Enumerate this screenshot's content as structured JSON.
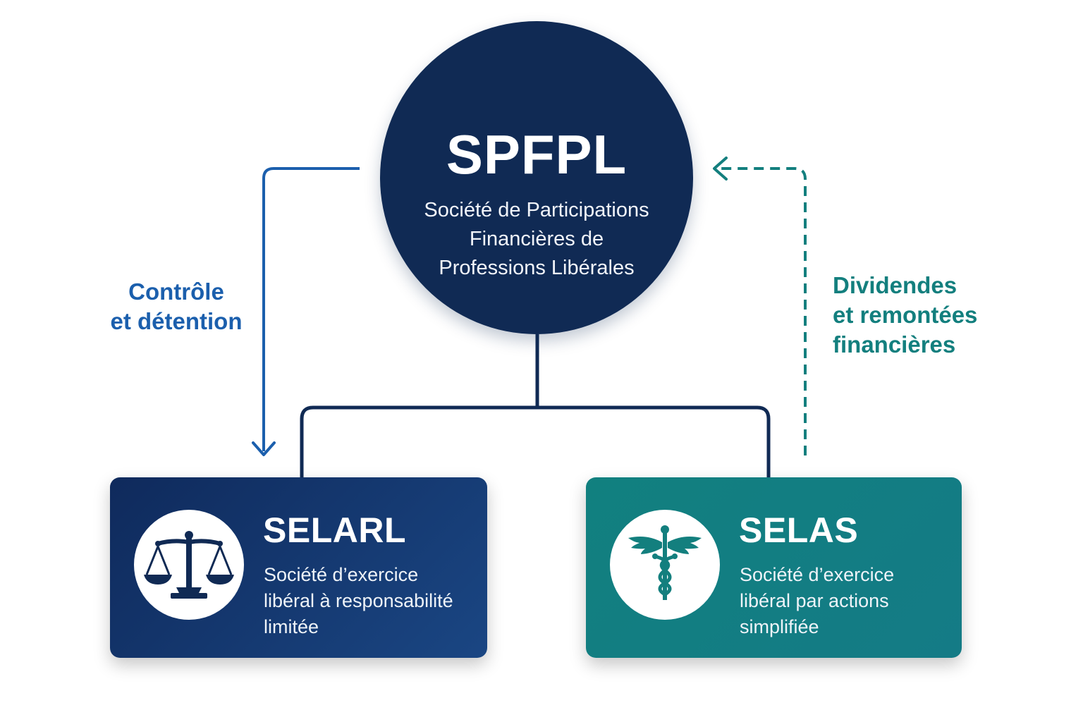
{
  "colors": {
    "navy": "#102a54",
    "blue_accent": "#1b5fad",
    "teal": "#137f7e"
  },
  "holding": {
    "acronym": "SPFPL",
    "full_name": "Société de Participations\nFinancières de\nProfessions Libérales"
  },
  "subsidiaries": [
    {
      "acronym": "SELARL",
      "description": "Société d’exercice\nlibéral à responsabilité\nlimitée",
      "icon": "scales-of-justice-icon"
    },
    {
      "acronym": "SELAS",
      "description": "Société d’exercice\nlibéral par actions\nsimplifiée",
      "icon": "caduceus-icon"
    }
  ],
  "flows": {
    "control": "Contrôle\net détention",
    "dividends": "Dividendes\net remontées\nfinancières"
  }
}
